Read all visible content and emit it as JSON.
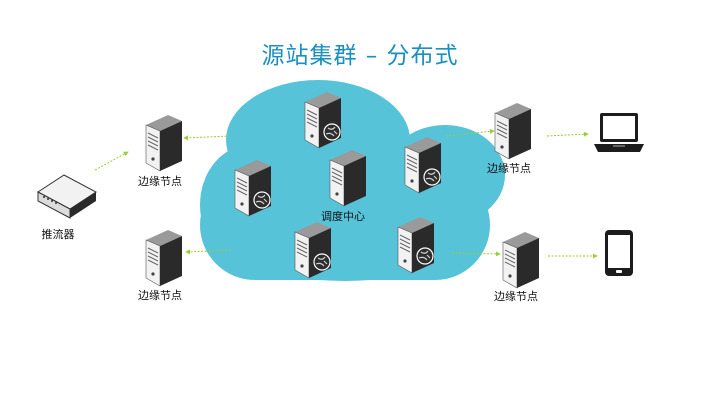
{
  "title": "源站集群 – 分布式",
  "labels": {
    "edge_node": "边缘节点",
    "pusher": "推流器",
    "dispatch_center": "调度中心"
  },
  "colors": {
    "title": "#1a8fc0",
    "cloud": "#56c3d9",
    "server_front": "#f2f2f2",
    "server_side": "#2a2a2a",
    "arrow": "#9acd32",
    "globe": "#2e2e2e"
  },
  "icons": {
    "server": "server-icon",
    "origin_server": "origin-server-icon",
    "laptop": "laptop-icon",
    "phone": "phone-icon",
    "pusher": "stream-pusher-icon"
  }
}
